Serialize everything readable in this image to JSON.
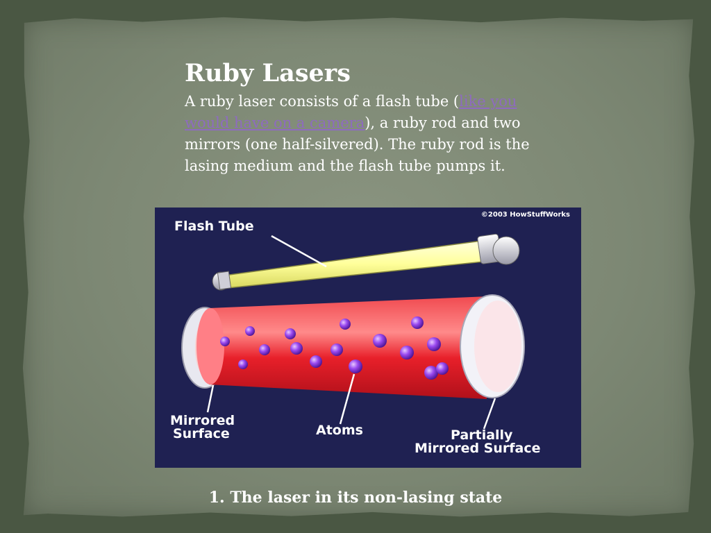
{
  "slide": {
    "title": "Ruby Lasers",
    "body_before_link": "A ruby laser consists of a flash tube (",
    "body_link": "like you would have on a camera",
    "body_after_link": "), a ruby rod and two mirrors (one half-silvered). The ruby rod is the lasing medium and the flash tube pumps it.",
    "caption": "1. The laser in its non-lasing state",
    "colors": {
      "background": "#4a5743",
      "paper": "#7d8874",
      "link": "#8e6bbf",
      "diagram_bg": "#1f2152",
      "rod": "#e8202a",
      "tube": "#ffff9a",
      "atom": "#7a2bd6"
    }
  },
  "diagram": {
    "copyright": "©2003 HowStuffWorks",
    "labels": {
      "flash_tube": "Flash Tube",
      "mirrored_surface_line1": "Mirrored",
      "mirrored_surface_line2": "Surface",
      "atoms": "Atoms",
      "partially_line1": "Partially",
      "partially_line2": "Mirrored Surface"
    }
  }
}
